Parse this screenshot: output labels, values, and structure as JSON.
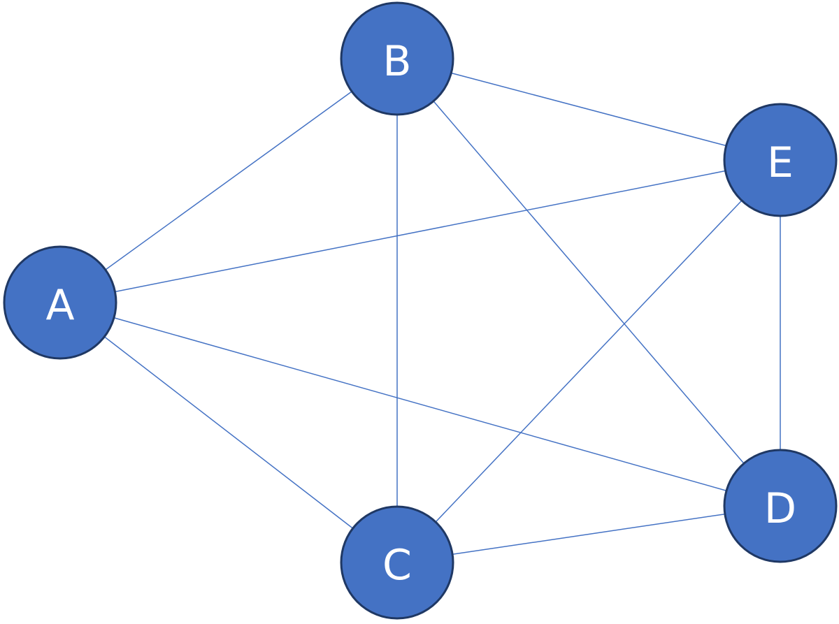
{
  "graph": {
    "nodes": [
      {
        "id": "A",
        "label": "A"
      },
      {
        "id": "B",
        "label": "B"
      },
      {
        "id": "C",
        "label": "C"
      },
      {
        "id": "D",
        "label": "D"
      },
      {
        "id": "E",
        "label": "E"
      }
    ],
    "edges": [
      [
        "A",
        "B"
      ],
      [
        "A",
        "C"
      ],
      [
        "A",
        "D"
      ],
      [
        "A",
        "E"
      ],
      [
        "B",
        "C"
      ],
      [
        "B",
        "D"
      ],
      [
        "B",
        "E"
      ],
      [
        "C",
        "D"
      ],
      [
        "C",
        "E"
      ],
      [
        "D",
        "E"
      ]
    ]
  },
  "colors": {
    "node_fill": "#4472C4",
    "node_stroke": "#1F3864",
    "edge": "#4472C4",
    "label": "#FFFFFF"
  }
}
